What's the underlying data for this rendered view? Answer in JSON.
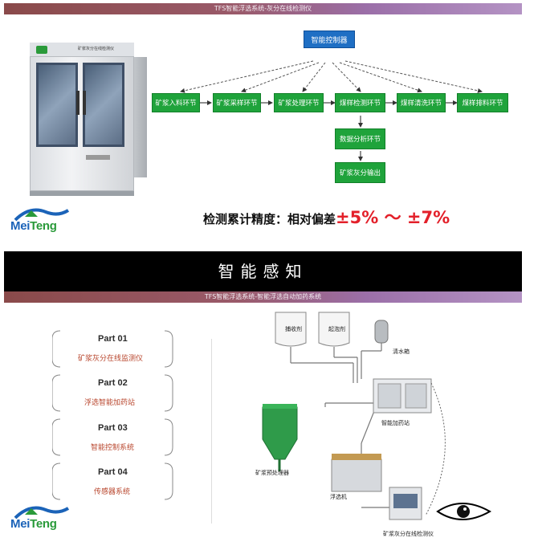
{
  "slide1": {
    "header": "TFS智能浮选系统-灰分在线检测仪",
    "machine_label": "矿浆灰分在线检测仪",
    "controller": "智能控制器",
    "flow": [
      "矿浆入料环节",
      "矿浆采样环节",
      "矿浆处理环节",
      "煤样检测环节",
      "煤样清洗环节",
      "煤样排料环节"
    ],
    "analysis": "数据分析环节",
    "output": "矿浆灰分输出",
    "precision_label": "检测累计精度：相对偏差",
    "precision_value": "±5% ～ ±7%",
    "logo_mei": "Mei",
    "logo_teng": "Teng"
  },
  "banner": "智能感知",
  "slide2": {
    "header": "TFS智能浮选系统-智能浮选自动加药系统",
    "parts": [
      {
        "title": "Part 01",
        "sub": "矿浆灰分在线监测仪"
      },
      {
        "title": "Part 02",
        "sub": "浮选智能加药站"
      },
      {
        "title": "Part 03",
        "sub": "智能控制系统"
      },
      {
        "title": "Part 04",
        "sub": "传感器系统"
      }
    ],
    "diagram_labels": {
      "collector": "捕收剂",
      "frother": "起泡剂",
      "water_tank": "清水箱",
      "dosing_station": "智能加药站",
      "pretreater": "矿浆预处理器",
      "flotation": "浮选机",
      "detector": "矿浆灰分在线检测仪"
    },
    "logo_mei": "Mei",
    "logo_teng": "Teng"
  },
  "colors": {
    "flow_green": "#1fa33b",
    "controller_blue": "#1f6fc4",
    "precision_red": "#e3202a",
    "banner_black": "#000000"
  }
}
